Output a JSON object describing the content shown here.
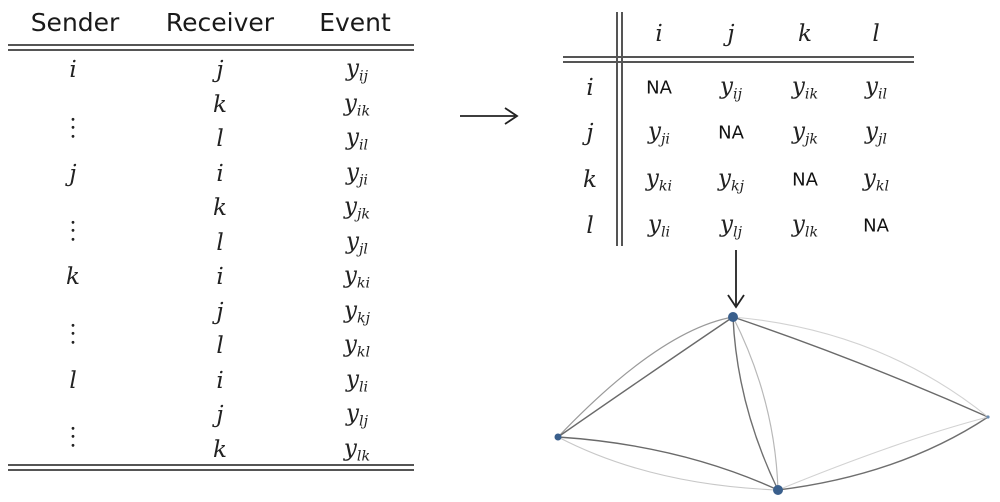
{
  "left_table": {
    "headers": {
      "sender": "Sender",
      "receiver": "Receiver",
      "event": "Event"
    },
    "rows": [
      {
        "sender": "i",
        "receiver": "j",
        "event": {
          "base": "y",
          "sub": "ij"
        }
      },
      {
        "sender": "",
        "receiver": "k",
        "event": {
          "base": "y",
          "sub": "ik"
        }
      },
      {
        "sender": "",
        "receiver": "l",
        "event": {
          "base": "y",
          "sub": "il"
        }
      },
      {
        "sender": "j",
        "receiver": "i",
        "event": {
          "base": "y",
          "sub": "ji"
        }
      },
      {
        "sender": "",
        "receiver": "k",
        "event": {
          "base": "y",
          "sub": "jk"
        }
      },
      {
        "sender": "",
        "receiver": "l",
        "event": {
          "base": "y",
          "sub": "jl"
        }
      },
      {
        "sender": "k",
        "receiver": "i",
        "event": {
          "base": "y",
          "sub": "ki"
        }
      },
      {
        "sender": "",
        "receiver": "j",
        "event": {
          "base": "y",
          "sub": "kj"
        }
      },
      {
        "sender": "",
        "receiver": "l",
        "event": {
          "base": "y",
          "sub": "kl"
        }
      },
      {
        "sender": "l",
        "receiver": "i",
        "event": {
          "base": "y",
          "sub": "li"
        }
      },
      {
        "sender": "",
        "receiver": "j",
        "event": {
          "base": "y",
          "sub": "lj"
        }
      },
      {
        "sender": "",
        "receiver": "k",
        "event": {
          "base": "y",
          "sub": "lk"
        }
      }
    ]
  },
  "matrix": {
    "col_headers": [
      "i",
      "j",
      "k",
      "l"
    ],
    "row_headers": [
      "i",
      "j",
      "k",
      "l"
    ],
    "cells": [
      [
        {
          "na": "NA"
        },
        {
          "base": "y",
          "sub": "ij"
        },
        {
          "base": "y",
          "sub": "ik"
        },
        {
          "base": "y",
          "sub": "il"
        }
      ],
      [
        {
          "base": "y",
          "sub": "ji"
        },
        {
          "na": "NA"
        },
        {
          "base": "y",
          "sub": "jk"
        },
        {
          "base": "y",
          "sub": "jl"
        }
      ],
      [
        {
          "base": "y",
          "sub": "ki"
        },
        {
          "base": "y",
          "sub": "kj"
        },
        {
          "na": "NA"
        },
        {
          "base": "y",
          "sub": "kl"
        }
      ],
      [
        {
          "base": "y",
          "sub": "li"
        },
        {
          "base": "y",
          "sub": "lj"
        },
        {
          "base": "y",
          "sub": "lk"
        },
        {
          "na": "NA"
        }
      ]
    ]
  },
  "colors": {
    "node": "#3a5f8c",
    "edge_dark": "#666666",
    "edge_light": "#c4c4c4",
    "rule": "#555555"
  }
}
